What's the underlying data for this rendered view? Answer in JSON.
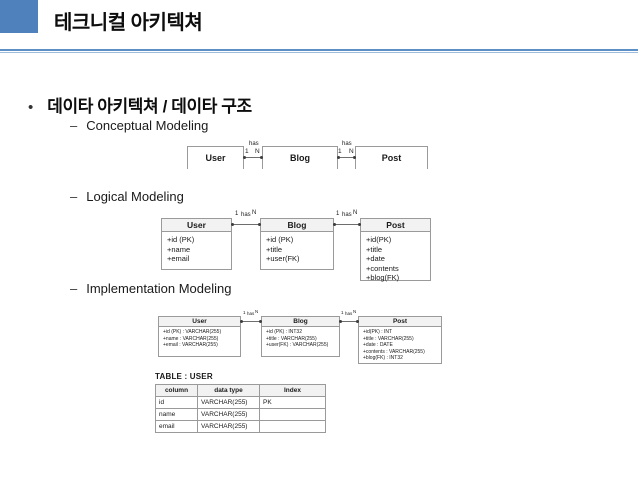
{
  "header": {
    "title": "테크니컬 아키텍쳐",
    "accent_color": "#4f81bd",
    "rule_color": "#5b8fc6"
  },
  "content": {
    "bullet_marker": "•",
    "bullet_title": "데이타 아키텍쳐 / 데이타 구조",
    "sub_items": [
      {
        "dash": "–",
        "label": "Conceptual Modeling"
      },
      {
        "dash": "–",
        "label": "Logical Modeling"
      },
      {
        "dash": "–",
        "label": "Implementation Modeling"
      }
    ]
  },
  "conceptual": {
    "entities": [
      {
        "name": "User"
      },
      {
        "name": "Blog"
      },
      {
        "name": "Post"
      }
    ],
    "relations": [
      {
        "verb": "has",
        "left_cardinality": "1",
        "right_cardinality": "N"
      },
      {
        "verb": "has",
        "left_cardinality": "1",
        "right_cardinality": "N"
      }
    ]
  },
  "logical": {
    "entities": [
      {
        "name": "User",
        "attributes": [
          "+id (PK)",
          "+name",
          "+email"
        ]
      },
      {
        "name": "Blog",
        "attributes": [
          "+id (PK)",
          "+title",
          "+user(FK)"
        ]
      },
      {
        "name": "Post",
        "attributes": [
          "+id(PK)",
          "+title",
          "+date",
          "+contents",
          "+blog(FK)"
        ]
      }
    ],
    "relations": [
      {
        "verb": "has",
        "left_cardinality": "1",
        "right_cardinality": "N"
      },
      {
        "verb": "has",
        "left_cardinality": "1",
        "right_cardinality": "N"
      }
    ]
  },
  "implementation": {
    "entities": [
      {
        "name": "User",
        "attributes": [
          "+id (PK) : VARCHAR(255)",
          "+name : VARCHAR(255)",
          "+email : VARCHAR(255)"
        ]
      },
      {
        "name": "Blog",
        "attributes": [
          "+id (PK) : INT32",
          "+title : VARCHAR(255)",
          "+user(FK) : VARCHAR(255)"
        ]
      },
      {
        "name": "Post",
        "attributes": [
          "+id(PK) : INT",
          "+title : VARCHAR(255)",
          "+date : DATE",
          "+contents : VARCHAR(255)",
          "+blog(FK) : INT32"
        ]
      }
    ],
    "relations": [
      {
        "verb": "has",
        "left_cardinality": "1",
        "right_cardinality": "N"
      },
      {
        "verb": "has",
        "left_cardinality": "1",
        "right_cardinality": "N"
      }
    ]
  },
  "user_table": {
    "caption": "TABLE : USER",
    "columns": [
      "column",
      "data type",
      "Index"
    ],
    "rows": [
      [
        "id",
        "VARCHAR(255)",
        "PK"
      ],
      [
        "name",
        "VARCHAR(255)",
        ""
      ],
      [
        "email",
        "VARCHAR(255)",
        ""
      ]
    ]
  }
}
